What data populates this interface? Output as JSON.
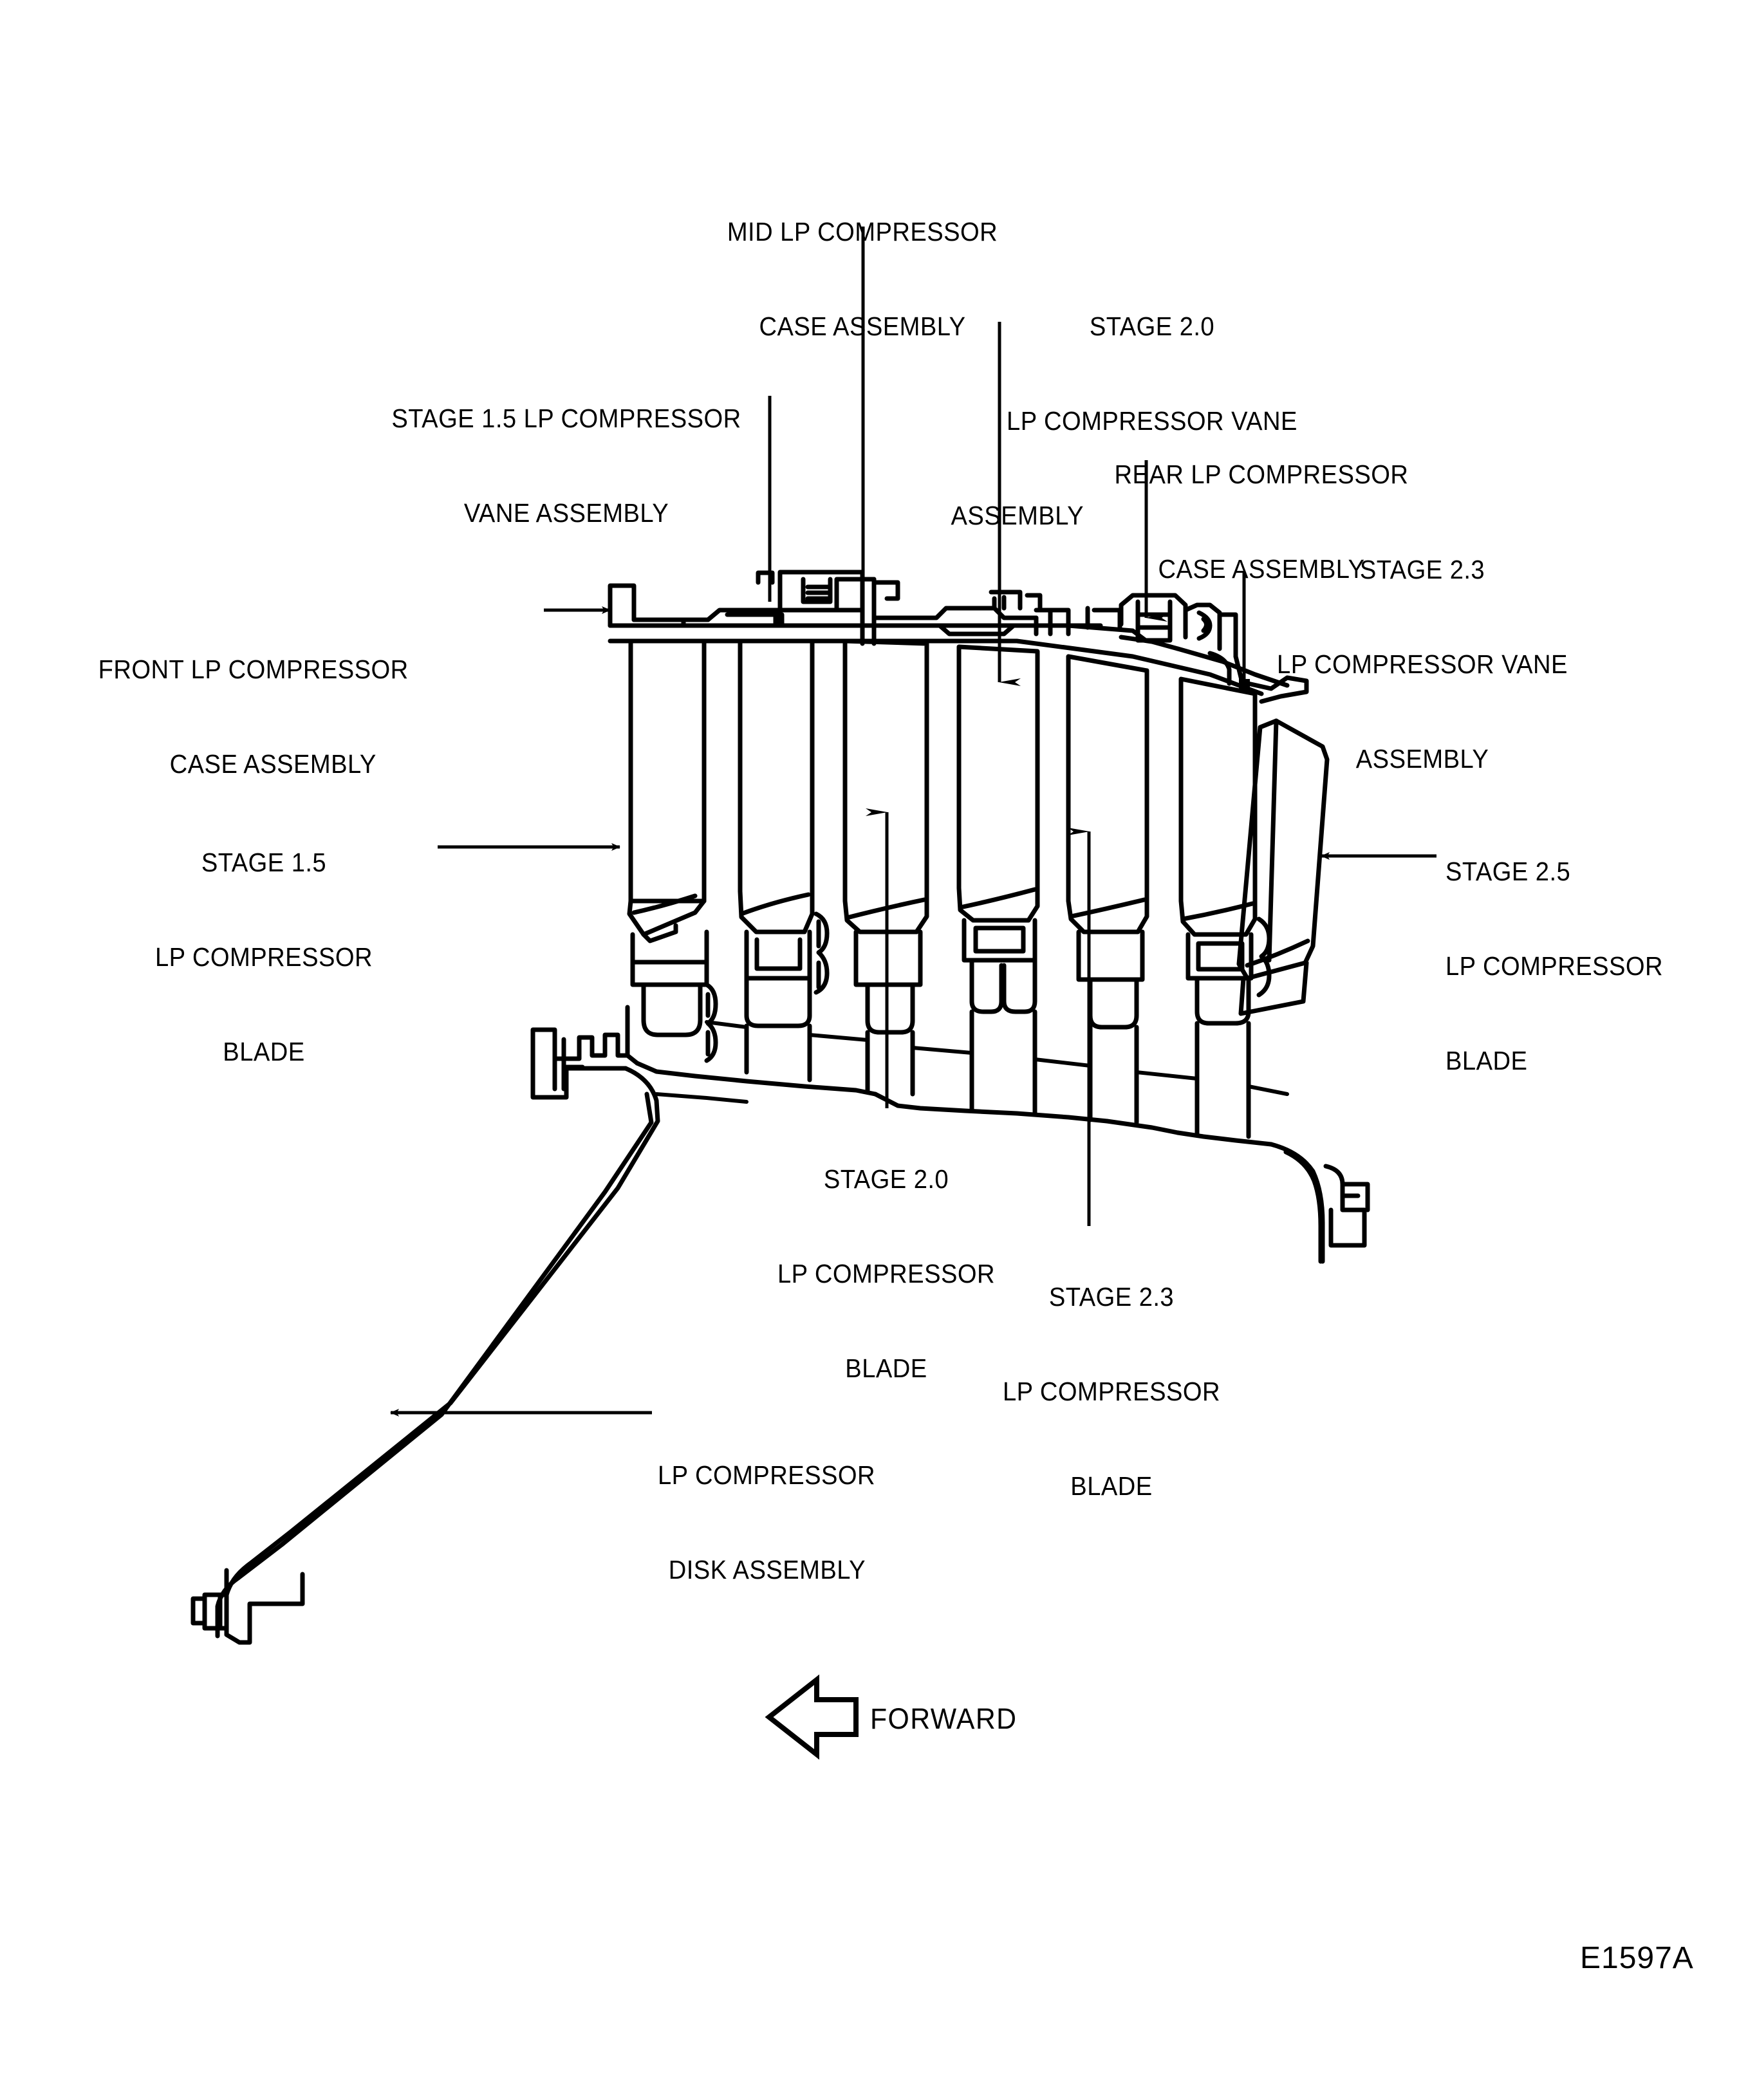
{
  "figure": {
    "title_code": "E1597A",
    "direction_marker": {
      "label": "FORWARD",
      "icon": "arrow-left-outline"
    },
    "subject": "LP COMPRESSOR CROSS SECTION"
  },
  "callouts": [
    {
      "id": "mid-lp-compressor-case-assembly",
      "lines": [
        "MID LP COMPRESSOR",
        "CASE ASSEMBLY"
      ],
      "align": "center",
      "leader": "vertical-down"
    },
    {
      "id": "stage-2-0-lp-compressor-vane-assembly",
      "lines": [
        "STAGE 2.0",
        "LP COMPRESSOR VANE",
        "ASSEMBLY"
      ],
      "align": "center",
      "leader": "vertical-down-arrow"
    },
    {
      "id": "stage-1-5-lp-compressor-vane-assembly",
      "lines": [
        "STAGE 1.5 LP COMPRESSOR",
        "VANE ASSEMBLY"
      ],
      "align": "center",
      "leader": "vertical-down"
    },
    {
      "id": "rear-lp-compressor-case-assembly",
      "lines": [
        "REAR LP COMPRESSOR",
        "CASE ASSEMBLY"
      ],
      "align": "center",
      "leader": "vertical-down-arrow"
    },
    {
      "id": "stage-2-3-lp-compressor-vane-assembly",
      "lines": [
        "STAGE 2.3",
        "LP COMPRESSOR VANE",
        "ASSEMBLY"
      ],
      "align": "center",
      "leader": "vertical-down"
    },
    {
      "id": "front-lp-compressor-case-assembly",
      "lines": [
        "FRONT LP COMPRESSOR",
        "CASE ASSEMBLY"
      ],
      "align": "center",
      "leader": "horizontal-right-arrow"
    },
    {
      "id": "stage-1-5-lp-compressor-blade",
      "lines": [
        "STAGE 1.5",
        "LP COMPRESSOR",
        "BLADE"
      ],
      "align": "center",
      "leader": "horizontal-right-arrow"
    },
    {
      "id": "stage-2-5-lp-compressor-blade",
      "lines": [
        "STAGE 2.5",
        "LP COMPRESSOR",
        "BLADE"
      ],
      "align": "left",
      "leader": "horizontal-left-arrow"
    },
    {
      "id": "stage-2-0-lp-compressor-blade",
      "lines": [
        "STAGE 2.0",
        "LP COMPRESSOR",
        "BLADE"
      ],
      "align": "center",
      "leader": "vertical-up-arrow"
    },
    {
      "id": "stage-2-3-lp-compressor-blade",
      "lines": [
        "STAGE 2.3",
        "LP COMPRESSOR",
        "BLADE"
      ],
      "align": "center",
      "leader": "vertical-up-arrow"
    },
    {
      "id": "lp-compressor-disk-assembly",
      "lines": [
        "LP COMPRESSOR",
        "DISK ASSEMBLY"
      ],
      "align": "left",
      "leader": "horizontal-left-arrow"
    }
  ],
  "colors": {
    "ink": "#000000",
    "paper": "#ffffff"
  }
}
